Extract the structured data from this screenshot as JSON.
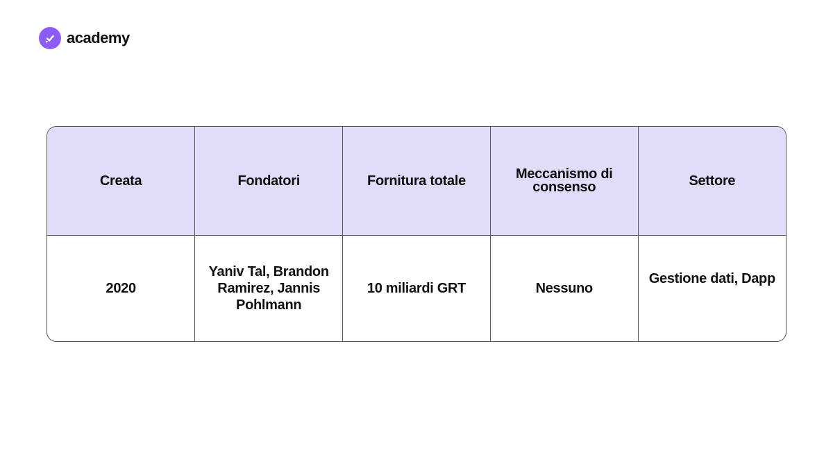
{
  "brand": {
    "name": "academy",
    "logo_icon": "check-badge-icon",
    "accent_color": "#8b5cf6",
    "header_fill_color": "#e2dcfb"
  },
  "table": {
    "headers": [
      "Creata",
      "Fondatori",
      "Fornitura totale",
      "Meccanismo di consenso",
      "Settore"
    ],
    "rows": [
      [
        "2020",
        "Yaniv Tal, Brandon Ramirez, Jannis Pohlmann",
        "10 miliardi GRT",
        "Nessuno",
        "Gestione dati, Dapp"
      ]
    ]
  }
}
